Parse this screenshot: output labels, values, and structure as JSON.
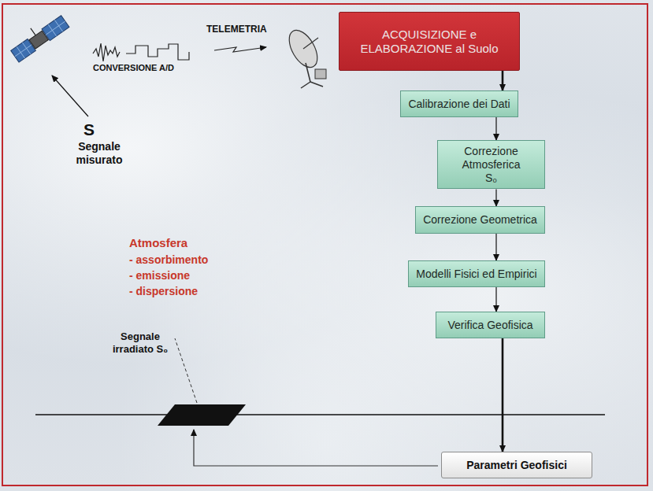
{
  "diagram": {
    "nodes": [
      {
        "text": [
          "ACQUISIZIONE e ELABORAZIONE al Suolo"
        ]
      },
      {
        "text": [
          "Calibrazione dei Dati"
        ]
      },
      {
        "text": [
          "Correzione Atmosferica",
          "S₀"
        ]
      },
      {
        "text": [
          "Correzione Geometrica"
        ]
      },
      {
        "text": [
          "Modelli Fisici ed Empirici"
        ]
      },
      {
        "text": [
          "Verifica Geofisica"
        ]
      },
      {
        "text": [
          "Parametri Geofisici"
        ]
      }
    ],
    "edges": [
      {
        "from": 0,
        "to": 1,
        "arrow": "to"
      },
      {
        "from": 1,
        "to": 2,
        "arrow": "to"
      },
      {
        "from": 2,
        "to": 3,
        "arrow": "to"
      },
      {
        "from": 3,
        "to": 4,
        "arrow": "to"
      },
      {
        "from": 4,
        "to": 5,
        "arrow": "to"
      },
      {
        "from": 5,
        "to": 6,
        "arrow": "to"
      }
    ],
    "labels": [
      "TELEMETRIA",
      "CONVERSIONE A/D",
      "S",
      "Segnale misurato",
      "Atmosfera",
      "- assorbimento",
      "- emissione",
      "- dispersione",
      "Segnale irradiato S₀"
    ]
  }
}
